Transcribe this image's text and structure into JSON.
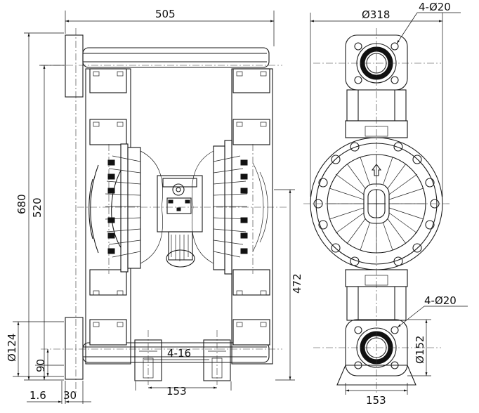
{
  "dimensions": {
    "overall_width": "505",
    "overall_height": "680",
    "port_centers": "520",
    "outlet_height": "472",
    "flange_diameter": "Ø124",
    "flange_offset": "90",
    "flange_thickness": "1.6",
    "base_width": "30",
    "foot_holes": "4-16",
    "foot_spacing": "153",
    "top_flange_diameter": "Ø318",
    "bolt_holes_top": "4-Ø20",
    "bolt_holes_bottom": "4-Ø20",
    "bottom_flange_diameter": "Ø152",
    "bottom_spacing": "153"
  }
}
